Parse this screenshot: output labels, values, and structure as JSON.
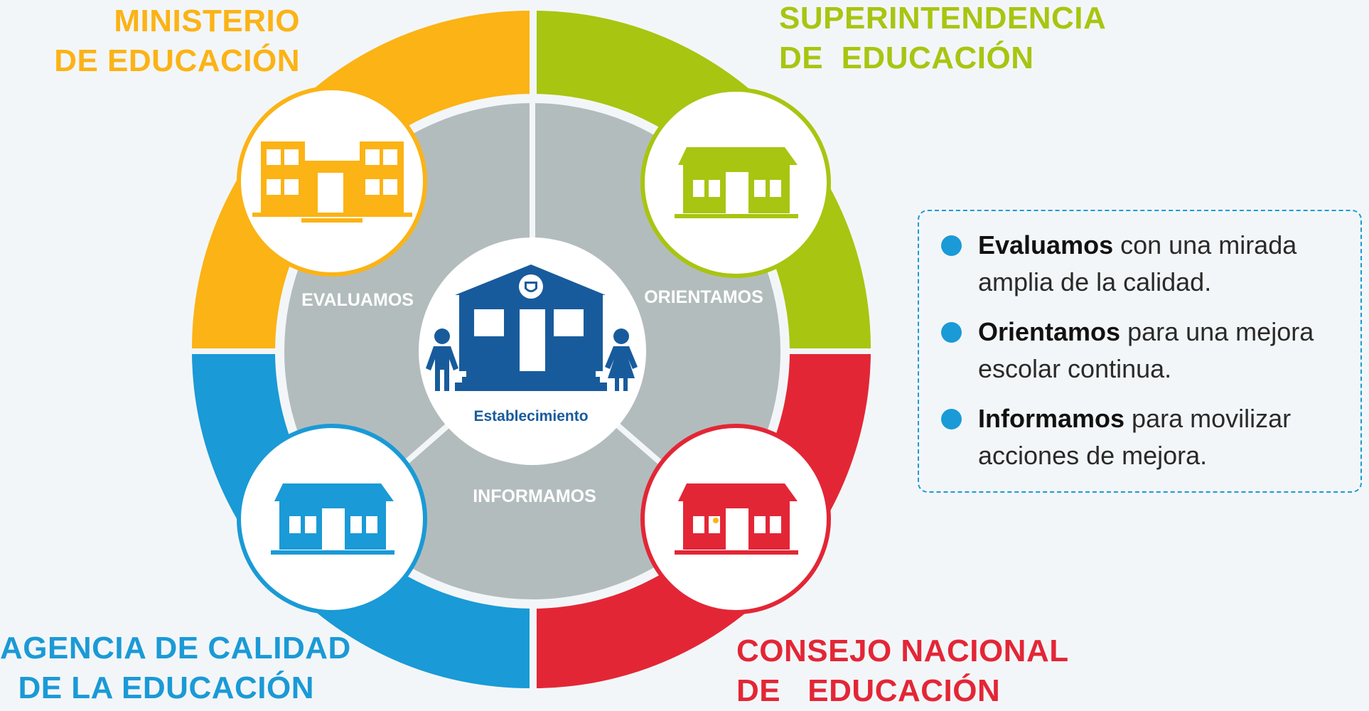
{
  "colors": {
    "ministerio": "#fbb315",
    "superintendencia": "#a8c511",
    "agencia": "#1a9ad6",
    "consejo": "#e32636",
    "inner_ring": "#b3bcbd",
    "establecimiento": "#185b9c",
    "bullet": "#1a9ad6"
  },
  "institutions": {
    "ministerio": {
      "line1": "MINISTERIO",
      "line2": "DE EDUCACIÓN",
      "icon": "school-building-icon"
    },
    "superintendencia": {
      "line1": "SUPERINTENDENCIA",
      "line2": "DE  EDUCACIÓN",
      "icon": "house-building-icon"
    },
    "agencia": {
      "line1": "AGENCIA DE CALIDAD",
      "line2": "DE LA EDUCACIÓN",
      "icon": "house-building-icon"
    },
    "consejo": {
      "line1": "CONSEJO NACIONAL",
      "line2": "DE   EDUCACIÓN",
      "icon": "house-building-icon"
    }
  },
  "actions": {
    "evaluamos": "EVALUAMOS",
    "orientamos": "ORIENTAMOS",
    "informamos": "INFORMAMOS"
  },
  "center": {
    "label": "Establecimiento",
    "icons": [
      "school-with-students-icon",
      "coat-of-arms-icon",
      "boy-icon",
      "girl-icon"
    ]
  },
  "info_box": {
    "items": [
      {
        "bold": "Evaluamos",
        "rest": " con una mirada amplia de la calidad."
      },
      {
        "bold": "Orientamos",
        "rest": " para una mejora escolar continua."
      },
      {
        "bold": "Informamos",
        "rest": " para movilizar acciones de mejora."
      }
    ]
  }
}
